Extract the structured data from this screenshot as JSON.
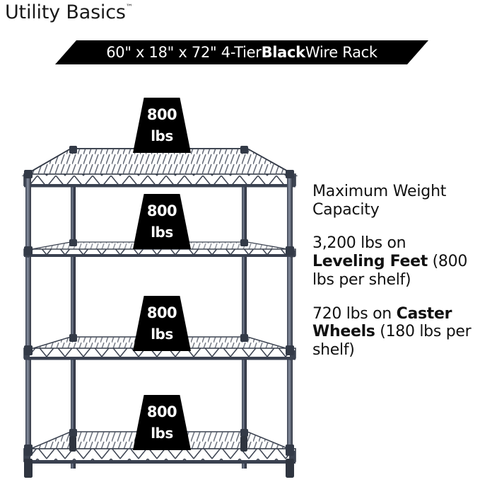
{
  "brand": {
    "name": "Utility Basics",
    "trademark": "™"
  },
  "banner": {
    "text_prefix": "60\" x 18\" x 72\" 4-Tier ",
    "text_bold": "Black",
    "text_suffix": " Wire Rack",
    "full_text": "60\" x 18\" x 72\" 4-Tier Black Wire Rack",
    "background_color": "#000000",
    "text_color": "#FFFFFF"
  },
  "capacity": {
    "heading": "Maximum Weight Capacity",
    "items": [
      {
        "lead": "3,200 lbs on ",
        "emphasis": "Leveling Feet",
        "trail": " (800 lbs per shelf)"
      },
      {
        "lead": "720 lbs on ",
        "emphasis": "Caster Wheels",
        "trail": " (180 lbs per shelf)"
      }
    ]
  },
  "rack": {
    "tiers": 4,
    "frame_color": "#3a4050",
    "badge_color": "#000000",
    "badge_text_color": "#FFFFFF",
    "badges": [
      {
        "value": "800",
        "unit": "lbs"
      },
      {
        "value": "800",
        "unit": "lbs"
      },
      {
        "value": "800",
        "unit": "lbs"
      },
      {
        "value": "800",
        "unit": "lbs"
      }
    ]
  }
}
